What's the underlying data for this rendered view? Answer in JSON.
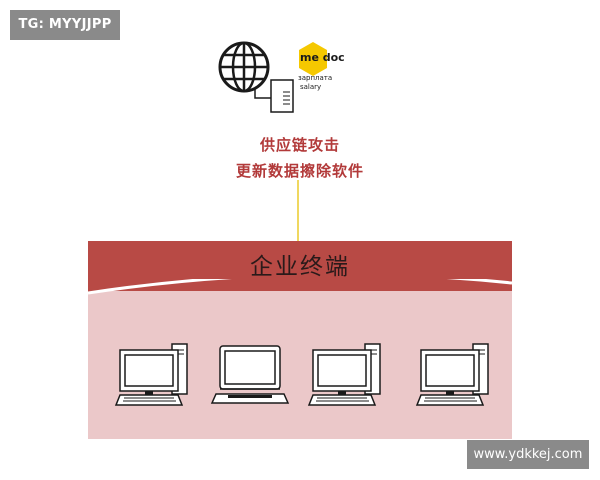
{
  "watermark_top_left": "TG: MYYJJPP",
  "watermark_bottom_right": "www.ydkkej.com",
  "logo": {
    "brand_text": "me doc",
    "subtitle_line1": "зарплата",
    "subtitle_line2": "salary",
    "color": "#f5c800"
  },
  "attack": {
    "line1": "供应链攻击",
    "line2": "更新数据擦除软件",
    "color": "#b23a3a"
  },
  "enterprise": {
    "title": "企业终端",
    "header_color": "#b84a45",
    "panel_color": "#ebc8c9"
  },
  "devices": [
    "desktop",
    "laptop",
    "desktop",
    "desktop"
  ]
}
